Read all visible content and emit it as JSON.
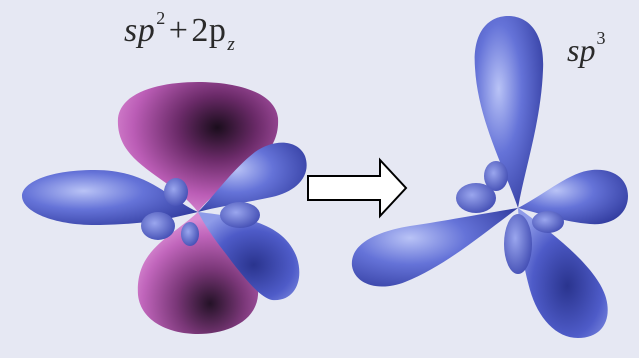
{
  "left_panel": {
    "label_base": "sp",
    "label_sup": "2",
    "label_plus": "+",
    "label_coef": "2",
    "label_p": "p",
    "label_sub": "z"
  },
  "right_panel": {
    "label_base": "sp",
    "label_sup": "3"
  },
  "colors": {
    "background": "#e6e8f3",
    "sp_lobe": "#4a57c4",
    "pz_lobe": "#b95db4",
    "arrow_fill": "#ffffff",
    "arrow_stroke": "#000000"
  },
  "icons": {
    "transition_arrow": "right-arrow-icon"
  }
}
